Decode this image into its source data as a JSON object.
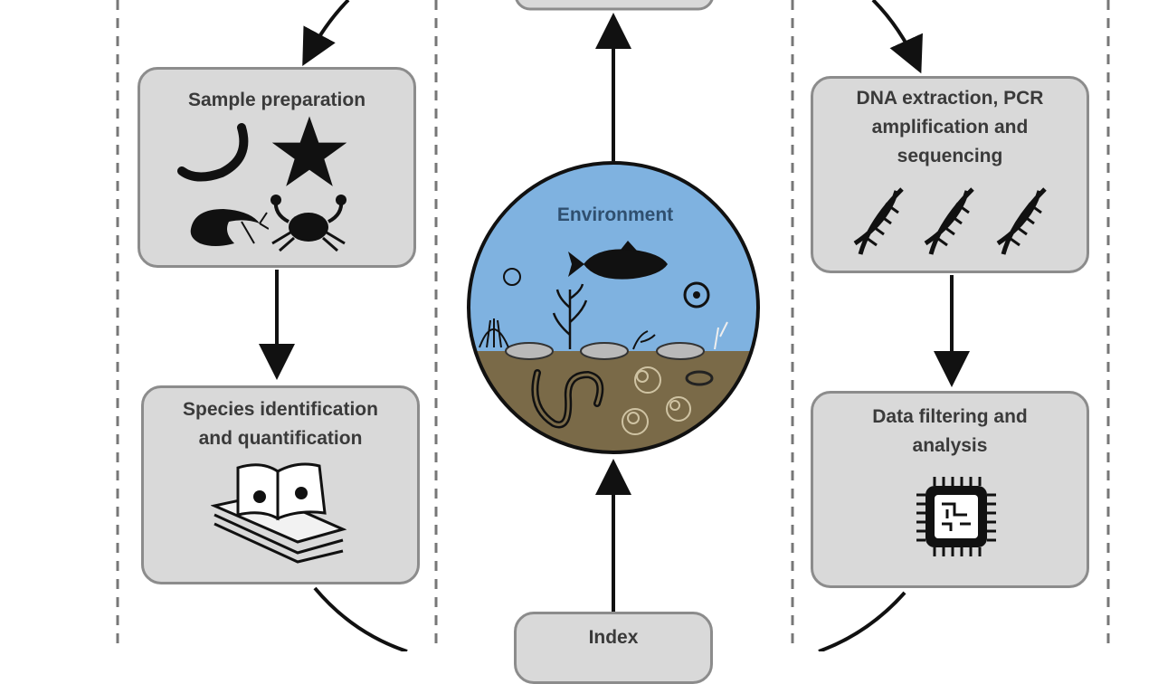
{
  "boxes": {
    "sample_preparation": "Sample preparation",
    "species_identification": "Species identification\nand quantification",
    "dna_extraction": "DNA extraction, PCR\namplification and\nsequencing",
    "data_filtering": "Data filtering and\nanalysis",
    "index": "Index"
  },
  "environment_label": "Environment",
  "icons": {
    "sample_preparation": [
      "worm-icon",
      "starfish-icon",
      "shrimp-icon",
      "crab-icon"
    ],
    "species_identification": [
      "book-icon"
    ],
    "dna_extraction": [
      "dna-icon",
      "dna-icon",
      "dna-icon"
    ],
    "data_filtering": [
      "chip-icon"
    ],
    "environment": [
      "fish-icon",
      "plankton-icon",
      "seaweed-icon",
      "shell-icon",
      "worm-icon",
      "foraminifera-icon"
    ]
  },
  "colors": {
    "box_fill": "#d9d9d9",
    "box_border": "#8c8c8c",
    "water": "#7fb2e0",
    "sediment": "#7a6a48"
  }
}
